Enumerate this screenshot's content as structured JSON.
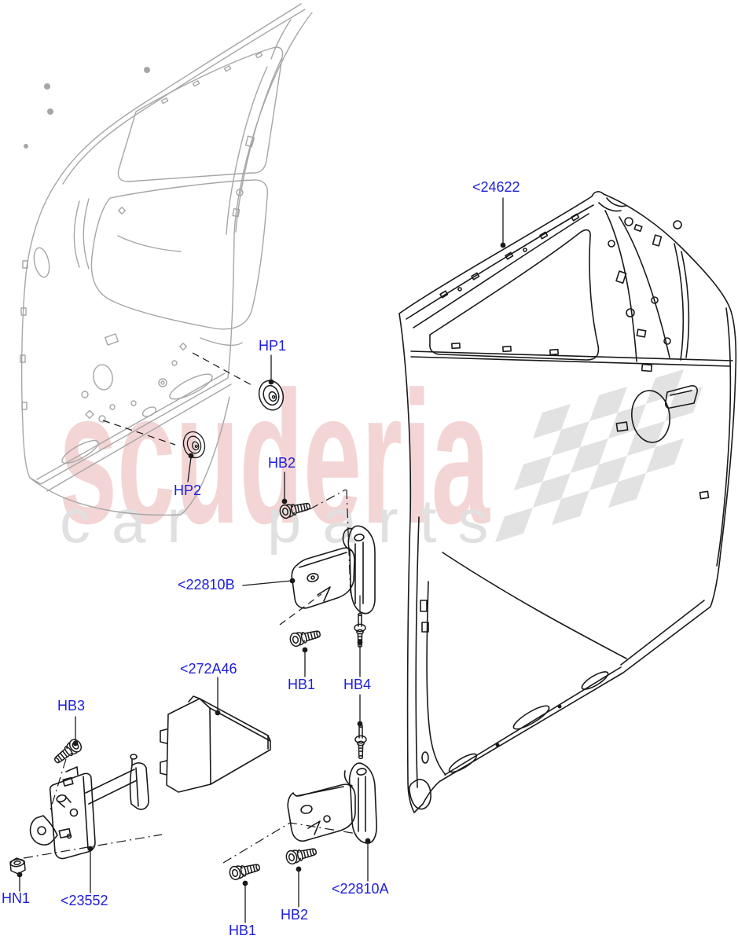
{
  "watermark": {
    "brand": "scuderia",
    "words": [
      "car",
      "parts"
    ]
  },
  "callouts": [
    {
      "id": "24622",
      "text": "<24622"
    },
    {
      "id": "hp1",
      "text": "HP1"
    },
    {
      "id": "hb2-upper",
      "text": "HB2"
    },
    {
      "id": "hp2",
      "text": "HP2"
    },
    {
      "id": "22810b",
      "text": "<22810B"
    },
    {
      "id": "272a46",
      "text": "<272A46"
    },
    {
      "id": "hb1-upper",
      "text": "HB1"
    },
    {
      "id": "hb4",
      "text": "HB4"
    },
    {
      "id": "hb3",
      "text": "HB3"
    },
    {
      "id": "hn1",
      "text": "HN1"
    },
    {
      "id": "23552",
      "text": "<23552"
    },
    {
      "id": "22810a",
      "text": "<22810A"
    },
    {
      "id": "hb2-lower",
      "text": "HB2"
    },
    {
      "id": "hb1-lower",
      "text": "HB1"
    }
  ],
  "colors": {
    "callout": "#1d1de0",
    "outer_line": "#1a1a1a",
    "inner_line": "#a6a6a6",
    "watermark_brand": "rgba(194,44,44,0.20)",
    "watermark_words": "#e0e0e0",
    "checker": "#e2e2e2"
  }
}
